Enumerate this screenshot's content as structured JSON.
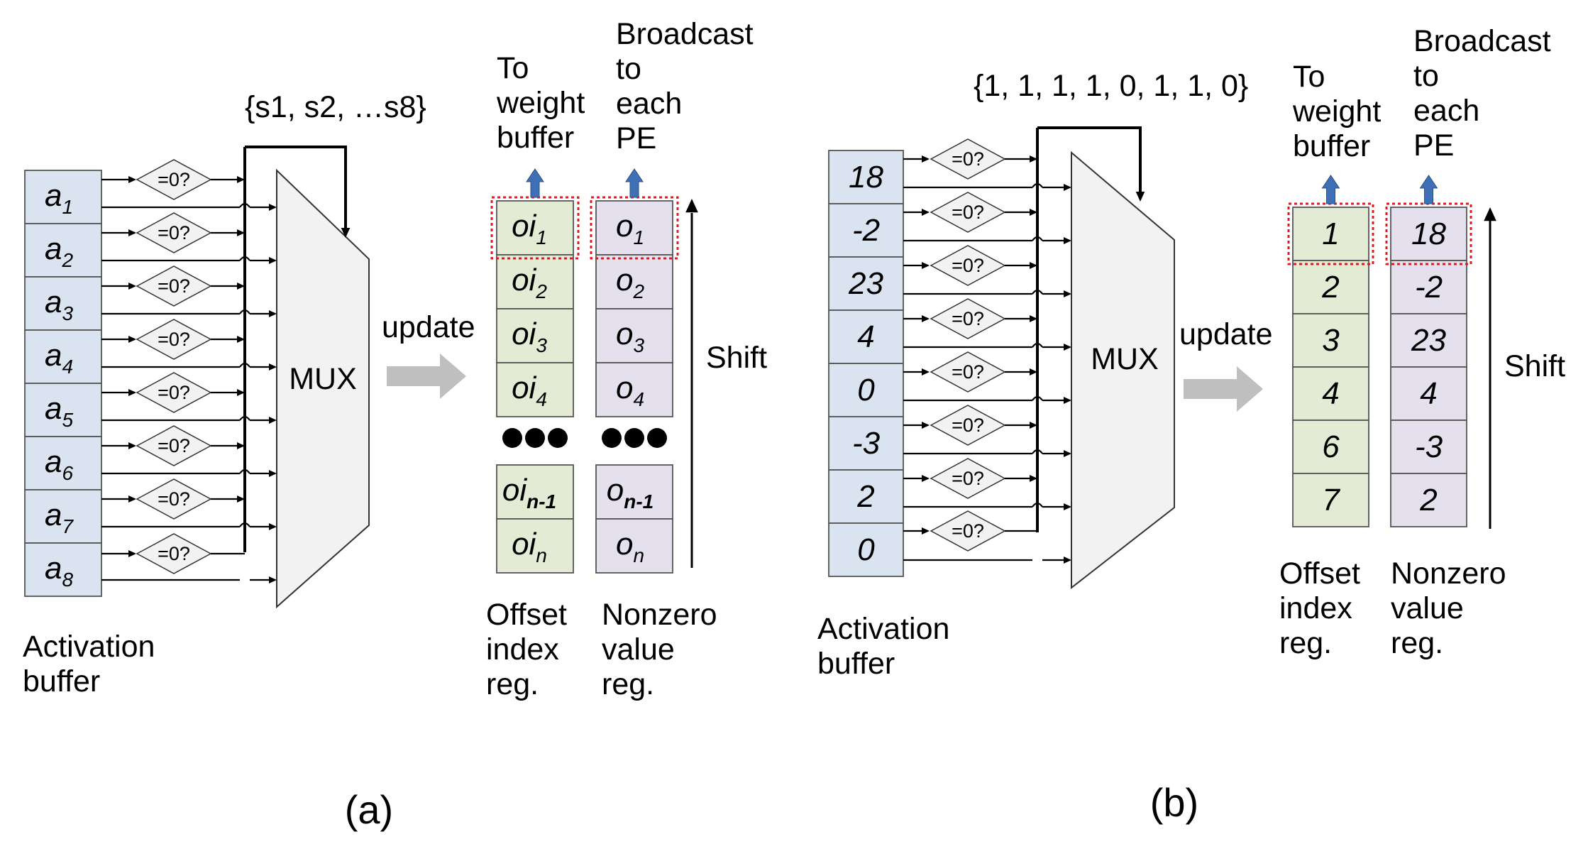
{
  "panel_a": {
    "control_label": "{s1, s2, …s8}",
    "activation_cells": [
      {
        "base": "a",
        "sub": "1"
      },
      {
        "base": "a",
        "sub": "2"
      },
      {
        "base": "a",
        "sub": "3"
      },
      {
        "base": "a",
        "sub": "4"
      },
      {
        "base": "a",
        "sub": "5"
      },
      {
        "base": "a",
        "sub": "6"
      },
      {
        "base": "a",
        "sub": "7"
      },
      {
        "base": "a",
        "sub": "8"
      }
    ],
    "comparator_label": "=0?",
    "mux_label": "MUX",
    "update_label": "update",
    "offset_cells": [
      {
        "base": "oi",
        "sub": "1"
      },
      {
        "base": "oi",
        "sub": "2"
      },
      {
        "base": "oi",
        "sub": "3"
      },
      {
        "base": "oi",
        "sub": "4"
      },
      {
        "base": "oi",
        "sub": "n-1"
      },
      {
        "base": "oi",
        "sub": "n"
      }
    ],
    "value_cells": [
      {
        "base": "o",
        "sub": "1"
      },
      {
        "base": "o",
        "sub": "2"
      },
      {
        "base": "o",
        "sub": "3"
      },
      {
        "base": "o",
        "sub": "4"
      },
      {
        "base": "o",
        "sub": "n-1"
      },
      {
        "base": "o",
        "sub": "n"
      }
    ],
    "to_weight_label": [
      "To",
      "weight",
      "buffer"
    ],
    "broadcast_label": [
      "Broadcast",
      "to",
      "each",
      "PE"
    ],
    "shift_label": "Shift",
    "activation_buffer_label": [
      "Activation",
      "buffer"
    ],
    "offset_reg_label": [
      "Offset",
      "index",
      "reg."
    ],
    "nonzero_reg_label": [
      "Nonzero",
      "value",
      "reg."
    ],
    "caption": "(a)"
  },
  "panel_b": {
    "control_label": "{1, 1, 1, 1, 0, 1, 1, 0}",
    "activation_values": [
      "18",
      "-2",
      "23",
      "4",
      "0",
      "-3",
      "2",
      "0"
    ],
    "comparator_label": "=0?",
    "mux_label": "MUX",
    "update_label": "update",
    "offset_values": [
      "1",
      "2",
      "3",
      "4",
      "6",
      "7"
    ],
    "nonzero_values": [
      "18",
      "-2",
      "23",
      "4",
      "-3",
      "2"
    ],
    "to_weight_label": [
      "To",
      "weight",
      "buffer"
    ],
    "broadcast_label": [
      "Broadcast",
      "to",
      "each",
      "PE"
    ],
    "shift_label": "Shift",
    "activation_buffer_label": [
      "Activation",
      "buffer"
    ],
    "offset_reg_label": [
      "Offset",
      "index",
      "reg."
    ],
    "nonzero_reg_label": [
      "Nonzero",
      "value",
      "reg."
    ],
    "caption": "(b)"
  },
  "colors": {
    "activation_fill": "#dae3f0",
    "offset_fill": "#e3ebd5",
    "value_fill": "#e4e0ee",
    "mux_fill": "#f2f2f2",
    "comparator_fill": "#f2f2f2",
    "highlight": "#e0191e",
    "arrow_up": "#3f6fb5",
    "update_arrow": "#bfbfbf"
  }
}
